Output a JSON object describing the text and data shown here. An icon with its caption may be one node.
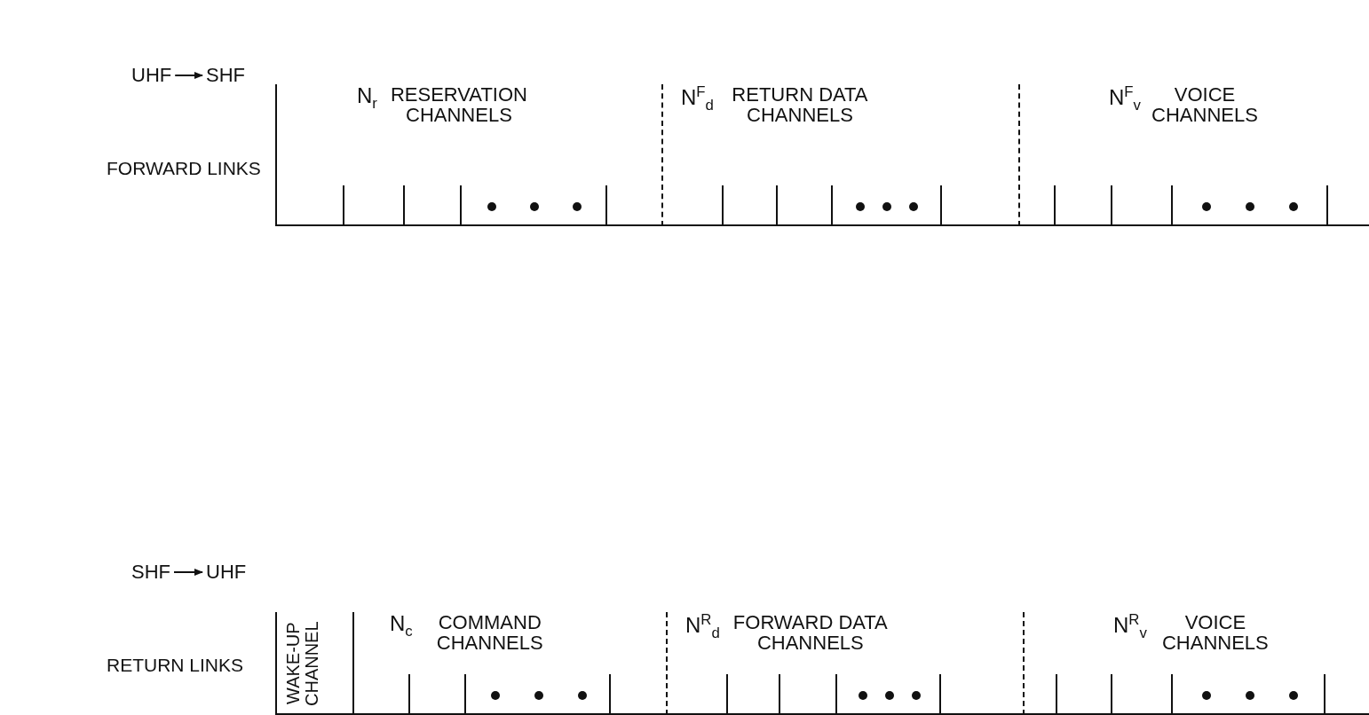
{
  "diagram": {
    "nodes": [
      {
        "text": [
          "UHF"
        ]
      },
      {
        "text": [
          "SHF"
        ]
      },
      {
        "text": [
          "SHF"
        ]
      },
      {
        "text": [
          "UHF"
        ]
      },
      {
        "text": [
          "N$_{r}$",
          "RESERVATION CHANNELS"
        ]
      },
      {
        "text": [
          "N$^{F}$$_{d}$",
          "RETURN DATA CHANNELS"
        ]
      },
      {
        "text": [
          "N$^{F}$$_{v}$",
          "VOICE CHANNELS"
        ]
      },
      {
        "text": [
          "WAKE-UP CHANNEL"
        ]
      },
      {
        "text": [
          "N$_{c}$",
          "COMMAND CHANNELS"
        ]
      },
      {
        "text": [
          "N$^{R}$$_{d}$",
          "FORWARD DATA CHANNELS"
        ]
      },
      {
        "text": [
          "N$^{R}$$_{v}$",
          "VOICE CHANNELS"
        ]
      }
    ],
    "edges": [
      {
        "from": 0,
        "to": 1,
        "arrow": "to"
      },
      {
        "from": 2,
        "to": 3,
        "arrow": "to"
      }
    ],
    "labels": [
      "FORWARD LINKS",
      "RETURN LINKS"
    ]
  }
}
